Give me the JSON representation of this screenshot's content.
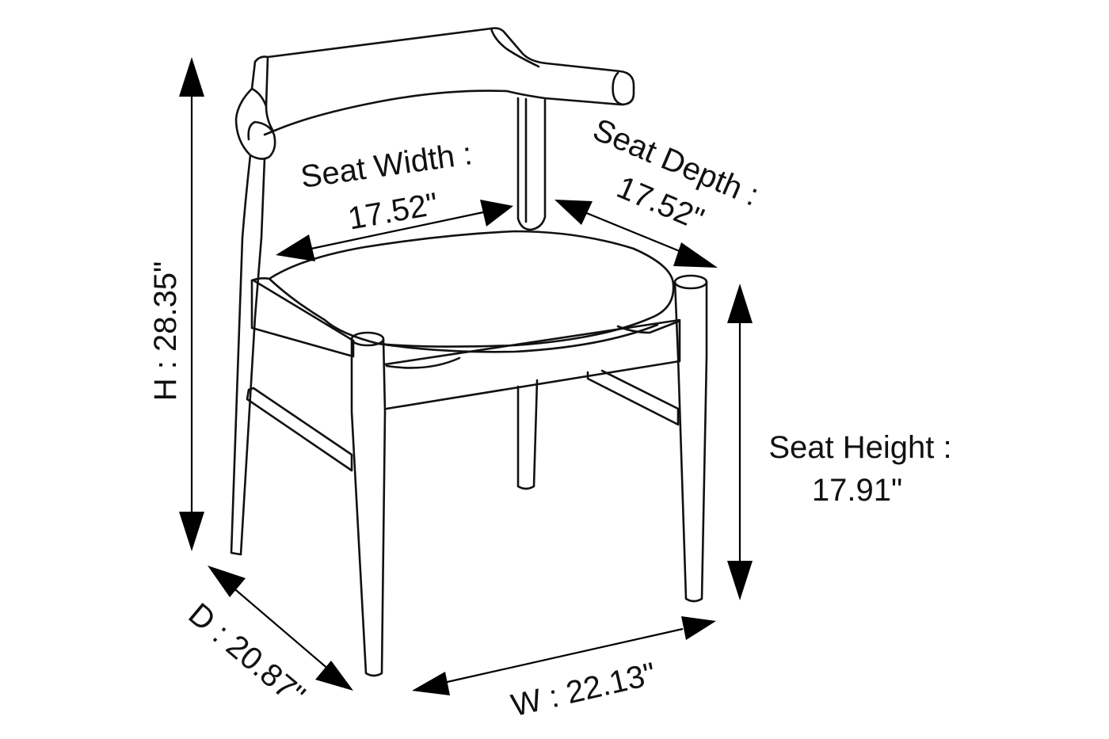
{
  "dimensions": {
    "seat_width": {
      "label": "Seat  Width :",
      "value": "17.52\""
    },
    "seat_depth": {
      "label": "Seat Depth :",
      "value": "17.52\""
    },
    "seat_height": {
      "label": "Seat Height :",
      "value": "17.91\""
    },
    "height": {
      "text": "H : 28.35\""
    },
    "depth": {
      "text": "D : 20.87\""
    },
    "width": {
      "text": "W : 22.13\""
    }
  }
}
